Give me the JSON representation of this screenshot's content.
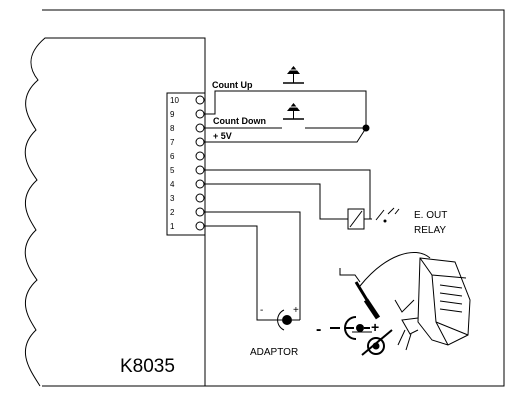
{
  "board": {
    "label": "K8035"
  },
  "terminal": {
    "pins": [
      "10",
      "9",
      "8",
      "7",
      "6",
      "5",
      "4",
      "3",
      "2",
      "1"
    ]
  },
  "wires": {
    "count_up": "Count Up",
    "count_down": "Count Down",
    "plus5v": "+ 5V"
  },
  "relay": {
    "line1": "E. OUT",
    "line2": "RELAY"
  },
  "adaptor": {
    "label": "ADAPTOR",
    "minus": "-",
    "plus": "+"
  },
  "plug": {
    "minus": "-",
    "plus": "+"
  },
  "icons": [
    "push-button-icon",
    "relay-coil-icon",
    "dc-jack-icon",
    "power-adaptor-icon"
  ]
}
